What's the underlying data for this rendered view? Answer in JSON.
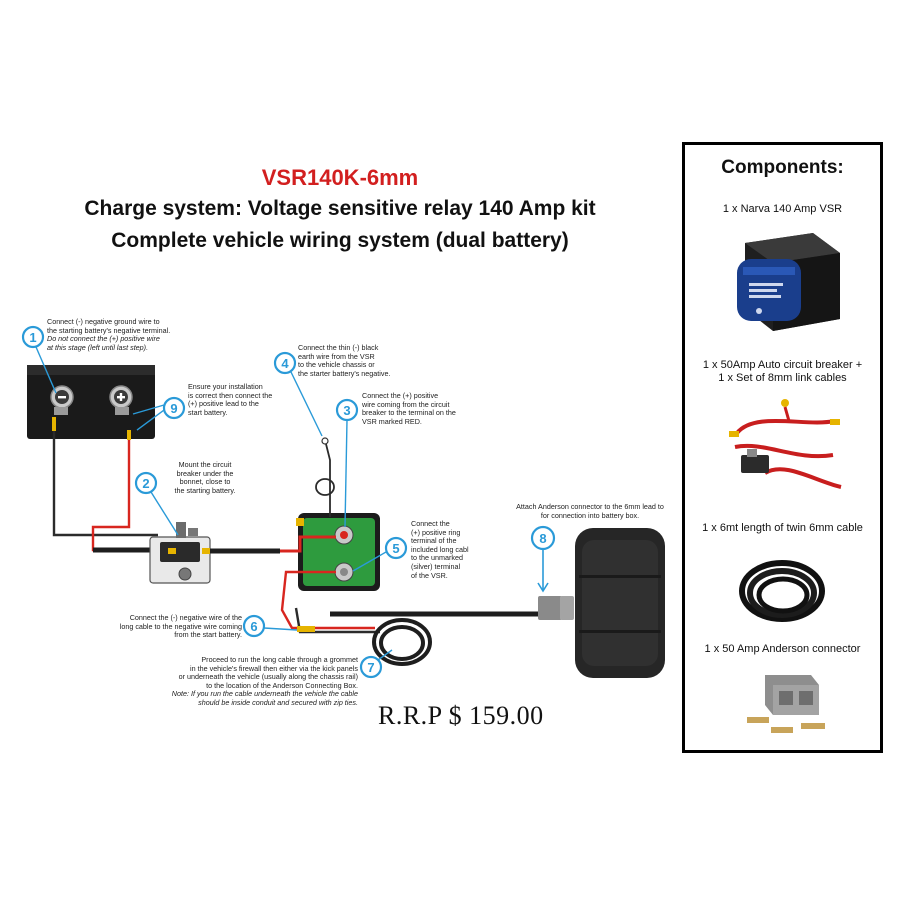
{
  "header": {
    "model": "VSR140K-6mm",
    "line1": "Charge system: Voltage sensitive relay 140 Amp kit",
    "line2": "Complete vehicle wiring system (dual battery)"
  },
  "steps": {
    "s1": {
      "num": "1",
      "text_a": "Connect (-) negative ground wire to",
      "text_b": "the starting battery's negative terminal.",
      "text_c": "Do not connect the (+) positive wire",
      "text_d": "at this stage (left until last step)."
    },
    "s2": {
      "num": "2",
      "text_a": "Mount the circuit",
      "text_b": "breaker under the",
      "text_c": "bonnet, close to",
      "text_d": "the starting battery."
    },
    "s3": {
      "num": "3",
      "text_a": "Connect the (+) positive",
      "text_b": "wire coming from the circuit",
      "text_c": "breaker to the terminal on the",
      "text_d": "VSR marked RED."
    },
    "s4": {
      "num": "4",
      "text_a": "Connect the thin (-) black",
      "text_b": "earth wire from the VSR",
      "text_c": "to the vehicle chassis or",
      "text_d": "the starter battery's negative."
    },
    "s5": {
      "num": "5",
      "text_a": "Connect the",
      "text_b": "(+) positive ring",
      "text_c": "terminal of the",
      "text_d": "included long cabl",
      "text_e": "to the unmarked",
      "text_f": "(silver) terminal",
      "text_g": "of the VSR."
    },
    "s6": {
      "num": "6",
      "text_a": "Connect the (-) negative wire of the",
      "text_b": "long cable to the negative wire coming",
      "text_c": "from the start battery."
    },
    "s7": {
      "num": "7",
      "text_a": "Proceed to run the long cable through a grommet",
      "text_b": "in the vehicle's firewall then either via the kick panels",
      "text_c": "or underneath the vehicle (usually along the chassis rail)",
      "text_d": "to the location of the Anderson Connecting Box.",
      "text_e": "Note: If you run the cable underneath the vehicle the cable",
      "text_f": "should be inside conduit and secured with zip ties."
    },
    "s8": {
      "num": "8",
      "text_a": "Attach Anderson connector to the 6mm lead to",
      "text_b": "for connection into battery box."
    },
    "s9": {
      "num": "9",
      "text_a": "Ensure your installation",
      "text_b": "is correct then connect the",
      "text_c": "(+) positive lead to the",
      "text_d": "start battery."
    }
  },
  "price": "R.R.P $ 159.00",
  "components": {
    "heading": "Components:",
    "items": [
      {
        "label": "1 x Narva 140 Amp VSR"
      },
      {
        "label": "1 x 50Amp Auto circuit breaker  +",
        "label2": "1 x Set of 8mm link cables"
      },
      {
        "label": "1 x 6mt length of twin 6mm cable"
      },
      {
        "label": "1 x 50 Amp Anderson connector"
      }
    ]
  },
  "colors": {
    "accent_red": "#d21f1f",
    "step_blue": "#2a9ad8",
    "pcb_green": "#2e9b3e",
    "wire_red": "#d8261f",
    "battery_black": "#1a1a1a"
  }
}
